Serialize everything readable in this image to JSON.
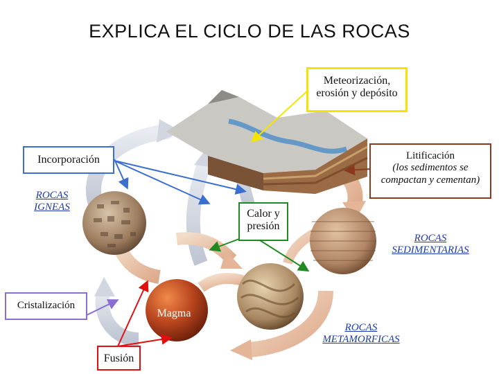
{
  "title": "EXPLICA EL CICLO DE LAS ROCAS",
  "boxes": {
    "meteorizacion": {
      "line1": "Meteorización,",
      "line2": "erosión y depósito",
      "border": "#f5e400"
    },
    "incorporacion": {
      "text": "Incorporación",
      "border": "#3a6fd0"
    },
    "litificacion": {
      "line1": "Litificación",
      "line2": "(los sedimentos se",
      "line3": "compactan y cementan)",
      "border": "#8b3a1e"
    },
    "calor": {
      "line1": "Calor y",
      "line2": "presión",
      "border": "#1f8a1f"
    },
    "cristalizacion": {
      "text": "Cristalización",
      "border": "#8a6fd0"
    },
    "fusion": {
      "text": "Fusión",
      "border": "#e01010"
    }
  },
  "labels": {
    "igneas": {
      "line1": "ROCAS",
      "line2": "IGNEAS"
    },
    "sedimentarias": {
      "line1": "ROCAS",
      "line2": "SEDIMENTARIAS"
    },
    "metamorficas": {
      "line1": "ROCAS",
      "line2": "METAMORFICAS"
    },
    "magma": "Magma"
  },
  "colors": {
    "yellow": "#f5e400",
    "blue": "#3a6fd0",
    "brown": "#8b3a1e",
    "green": "#1f8a1f",
    "purple": "#8a6fd0",
    "red": "#e01010",
    "label_blue": "#1e3aa8"
  }
}
